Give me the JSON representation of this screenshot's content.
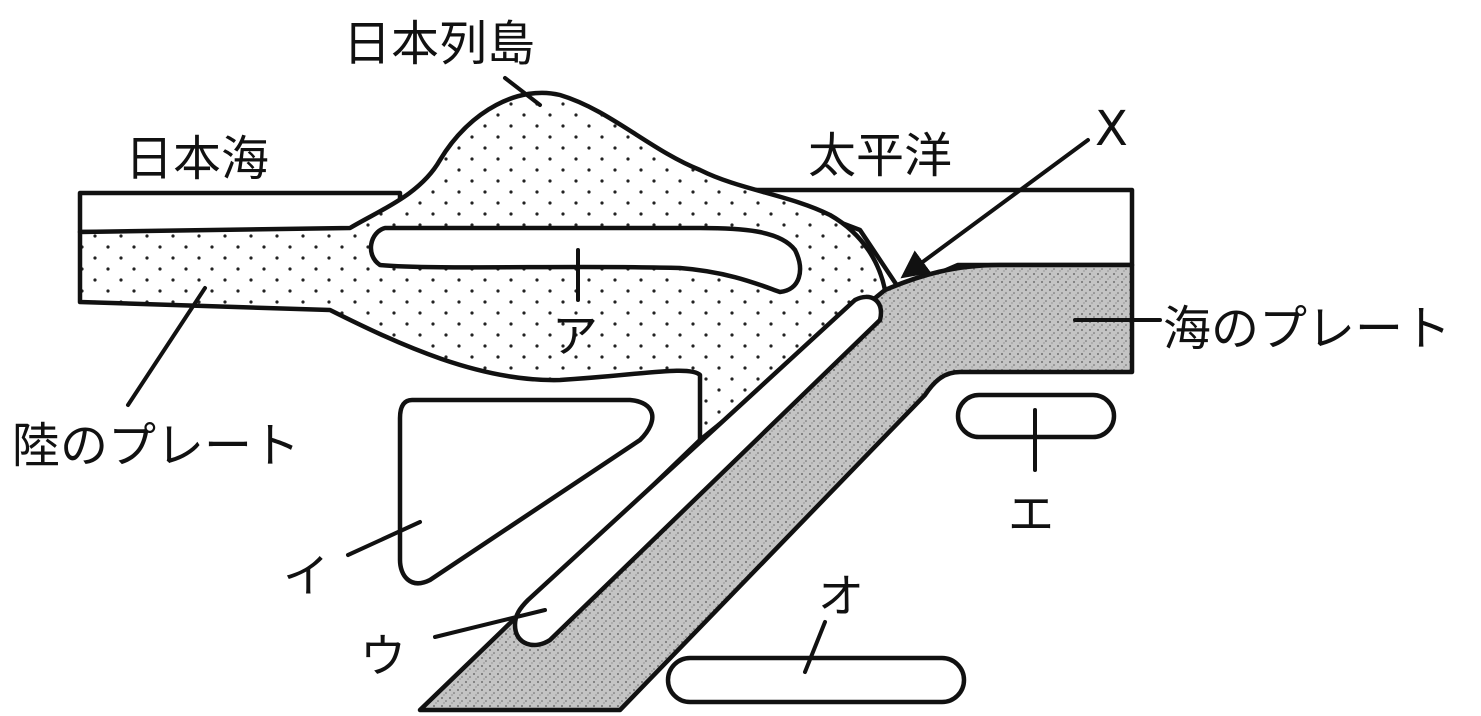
{
  "labels": {
    "japan_islands": "日本列島",
    "sea_of_japan": "日本海",
    "pacific_ocean": "太平洋",
    "x_marker": "X",
    "ocean_plate": "海のプレート",
    "continental_plate": "陸のプレート",
    "a": "ア",
    "i": "イ",
    "u": "ウ",
    "e": "エ",
    "o": "オ"
  },
  "colors": {
    "line": "#111111",
    "background": "#ffffff",
    "ocean_plate_fill": "#b8b8b8",
    "continental_dots": "#222222"
  }
}
